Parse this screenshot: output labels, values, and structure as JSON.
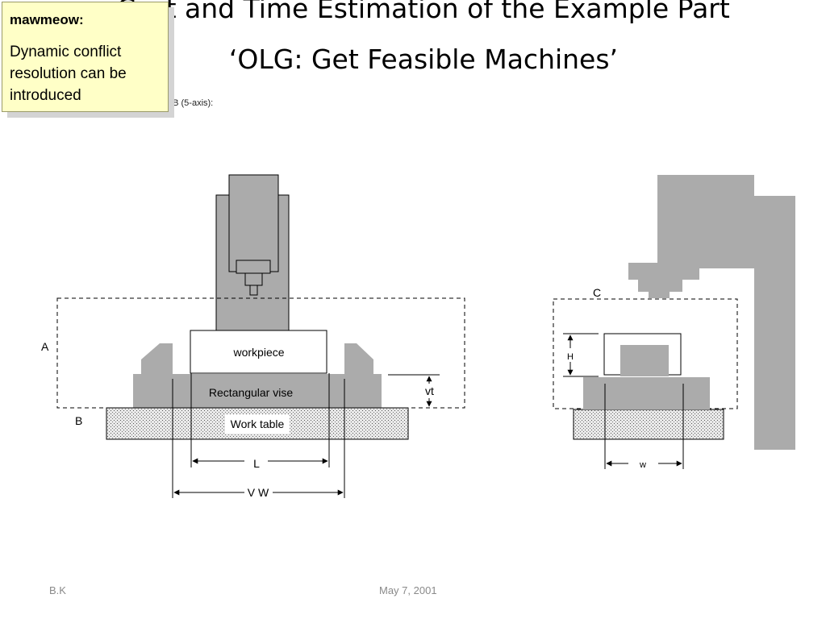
{
  "slide": {
    "title_line1": "Cost and Time Estimation of the Example Part",
    "title_line2": "‘OLG: Get Feasible Machines’",
    "subtitle": "3B (5-axis):",
    "footer_left": "B.K",
    "footer_center": "May 7, 2001"
  },
  "comment": {
    "author": "mawmeow:",
    "text": "Dynamic conflict resolution can be introduced"
  },
  "diagram": {
    "front_view": {
      "label_a": "A",
      "label_b": "B",
      "workpiece": "workpiece",
      "vise": "Rectangular vise",
      "table": "Work table",
      "dim_vt": "vt",
      "dim_l": "L",
      "dim_vw": "V W"
    },
    "side_view": {
      "label_c": "C",
      "dim_h": "H",
      "dim_w": "w"
    },
    "colors": {
      "machine_gray": "#ababab",
      "outline": "#000000",
      "table_dots": "#555555"
    }
  }
}
